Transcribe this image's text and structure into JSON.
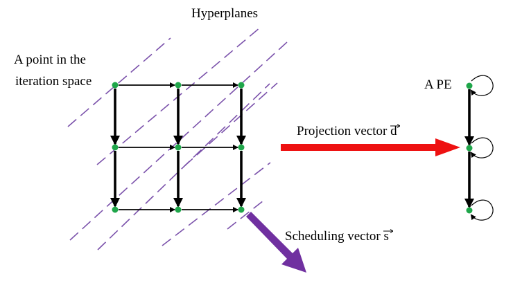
{
  "labels": {
    "hyperplanes": "Hyperplanes",
    "point_line1": "A point in the",
    "point_line2": "iteration space",
    "pe": "A PE",
    "projection": "Projection vector",
    "projection_var": "d",
    "scheduling": "Scheduling vector",
    "scheduling_var": "s"
  },
  "colors": {
    "hyperplane": "#7b52ab",
    "node": "#1fa64a",
    "edge": "#000000",
    "projection_arrow": "#ee1111",
    "scheduling_arrow": "#7030a0"
  },
  "grid": {
    "rows": 3,
    "cols": 3
  },
  "pe_count": 3
}
